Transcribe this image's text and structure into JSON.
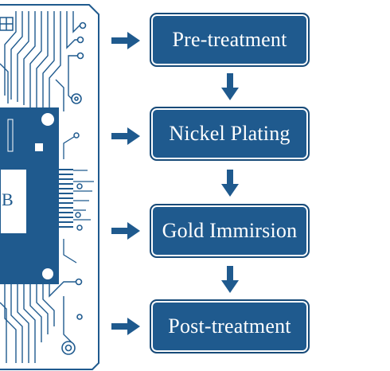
{
  "diagram": {
    "steps": [
      {
        "label": "Pre-treatment"
      },
      {
        "label": "Nickel Plating"
      },
      {
        "label": "Gold Immirsion"
      },
      {
        "label": "Post-treatment"
      }
    ],
    "pcb_partial_label": "B",
    "colors": {
      "box_fill": "#1f5a8e",
      "box_border": "#174a78",
      "text": "#ffffff",
      "arrow": "#1f5a8e",
      "trace": "#1f5a8e",
      "background": "#ffffff"
    },
    "icons": [
      "right-arrow-icon",
      "down-arrow-icon"
    ]
  }
}
